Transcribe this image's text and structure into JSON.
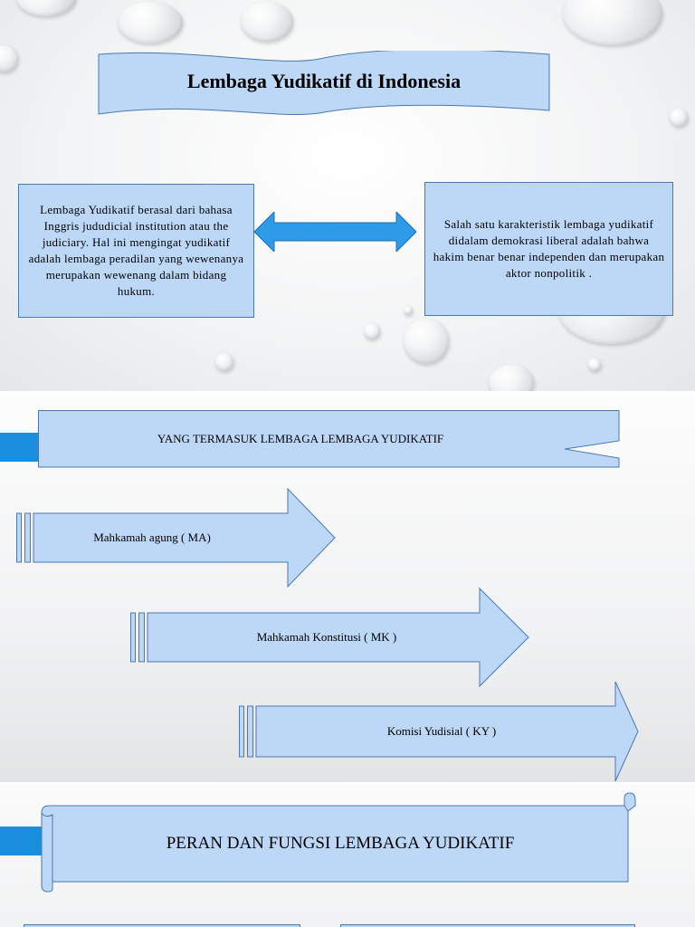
{
  "slide1": {
    "title": "Lembaga Yudikatif di Indonesia",
    "left_text": "Lembaga Yudikatif berasal dari bahasa Inggris jududicial institution atau the judiciary. Hal ini mengingat yudikatif adalah lembaga peradilan yang wewenanya merupakan wewenang dalam bidang hukum.",
    "right_text": "Salah satu karakteristik lembaga yudikatif didalam demokrasi liberal adalah bahwa hakim benar benar independen dan merupakan aktor nonpolitik ."
  },
  "slide2": {
    "heading": "YANG TERMASUK LEMBAGA LEMBAGA YUDIKATIF",
    "items": [
      "Mahkamah agung ( MA)",
      "Mahkamah Konstitusi ( MK )",
      "Komisi Yudisial ( KY )"
    ]
  },
  "slide3": {
    "heading": "PERAN DAN FUNGSI LEMBAGA YUDIKATIF"
  },
  "colors": {
    "shape_fill": "#bdd7f7",
    "shape_border": "#4a79b0",
    "accent_blue": "#1a8fe0",
    "arrow_blue": "#2e9ae8"
  }
}
